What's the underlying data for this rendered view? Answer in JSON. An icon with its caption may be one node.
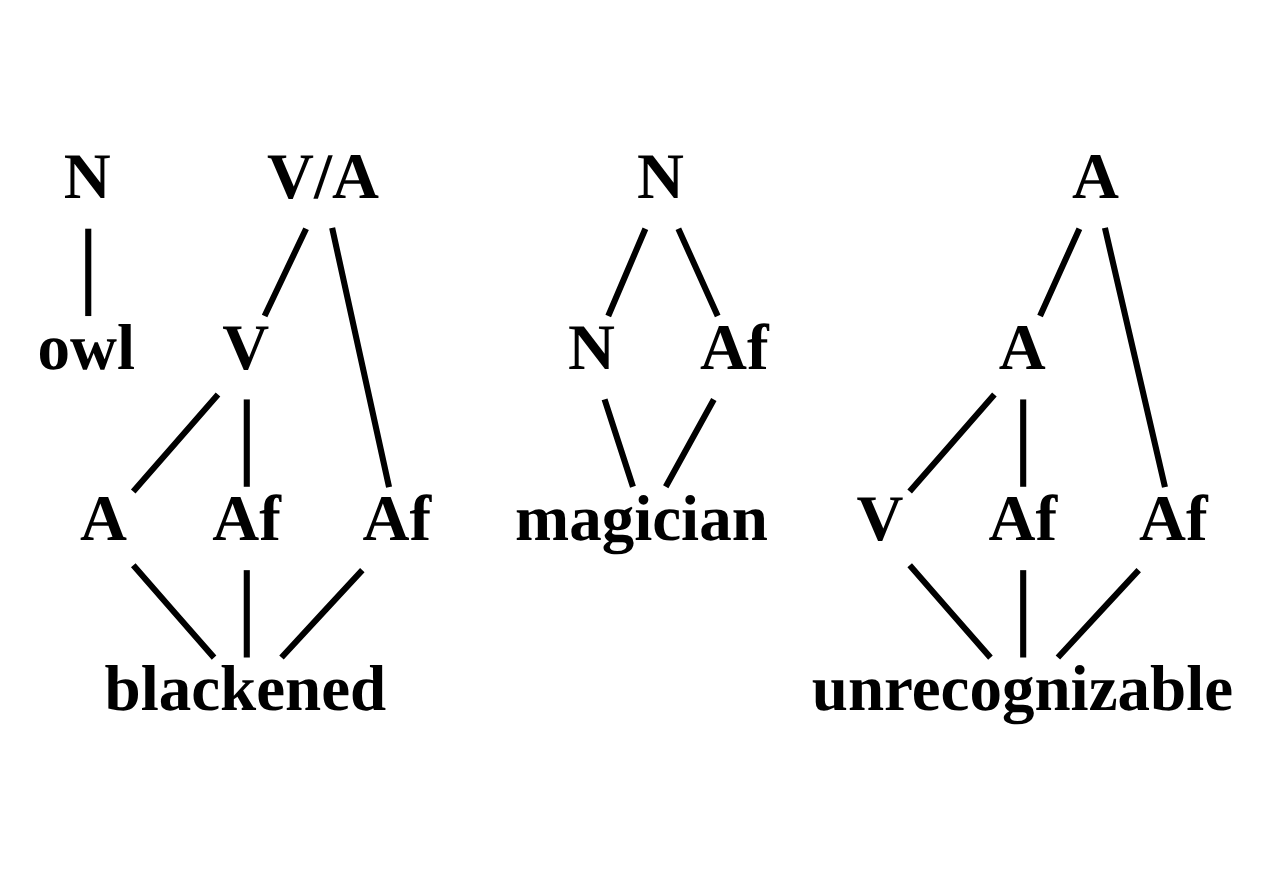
{
  "diagram": {
    "nodes": [
      {
        "text": [
          "N"
        ]
      },
      {
        "text": [
          "owl"
        ]
      },
      {
        "text": [
          "V/A"
        ]
      },
      {
        "text": [
          "V"
        ]
      },
      {
        "text": [
          "A"
        ]
      },
      {
        "text": [
          "Af"
        ]
      },
      {
        "text": [
          "Af"
        ]
      },
      {
        "text": [
          "blackened"
        ]
      },
      {
        "text": [
          "N"
        ]
      },
      {
        "text": [
          "N"
        ]
      },
      {
        "text": [
          "Af"
        ]
      },
      {
        "text": [
          "magician"
        ]
      },
      {
        "text": [
          "A"
        ]
      },
      {
        "text": [
          "A"
        ]
      },
      {
        "text": [
          "Af"
        ]
      },
      {
        "text": [
          "V"
        ]
      },
      {
        "text": [
          "Af"
        ]
      },
      {
        "text": [
          "unrecognizable"
        ]
      }
    ],
    "edges": [
      {
        "from": 0,
        "to": 1,
        "arrow": "none"
      },
      {
        "from": 2,
        "to": 3,
        "arrow": "none"
      },
      {
        "from": 2,
        "to": 6,
        "arrow": "none"
      },
      {
        "from": 3,
        "to": 4,
        "arrow": "none"
      },
      {
        "from": 3,
        "to": 5,
        "arrow": "none"
      },
      {
        "from": 4,
        "to": 7,
        "arrow": "none"
      },
      {
        "from": 5,
        "to": 7,
        "arrow": "none"
      },
      {
        "from": 6,
        "to": 7,
        "arrow": "none"
      },
      {
        "from": 8,
        "to": 9,
        "arrow": "none"
      },
      {
        "from": 8,
        "to": 10,
        "arrow": "none"
      },
      {
        "from": 9,
        "to": 11,
        "arrow": "none"
      },
      {
        "from": 10,
        "to": 11,
        "arrow": "none"
      },
      {
        "from": 12,
        "to": 14,
        "arrow": "none"
      },
      {
        "from": 12,
        "to": 13,
        "arrow": "none"
      },
      {
        "from": 13,
        "to": 15,
        "arrow": "none"
      },
      {
        "from": 13,
        "to": 16,
        "arrow": "none"
      },
      {
        "from": 14,
        "to": 17,
        "arrow": "none"
      },
      {
        "from": 15,
        "to": 17,
        "arrow": "none"
      },
      {
        "from": 16,
        "to": 17,
        "arrow": "none"
      }
    ]
  }
}
